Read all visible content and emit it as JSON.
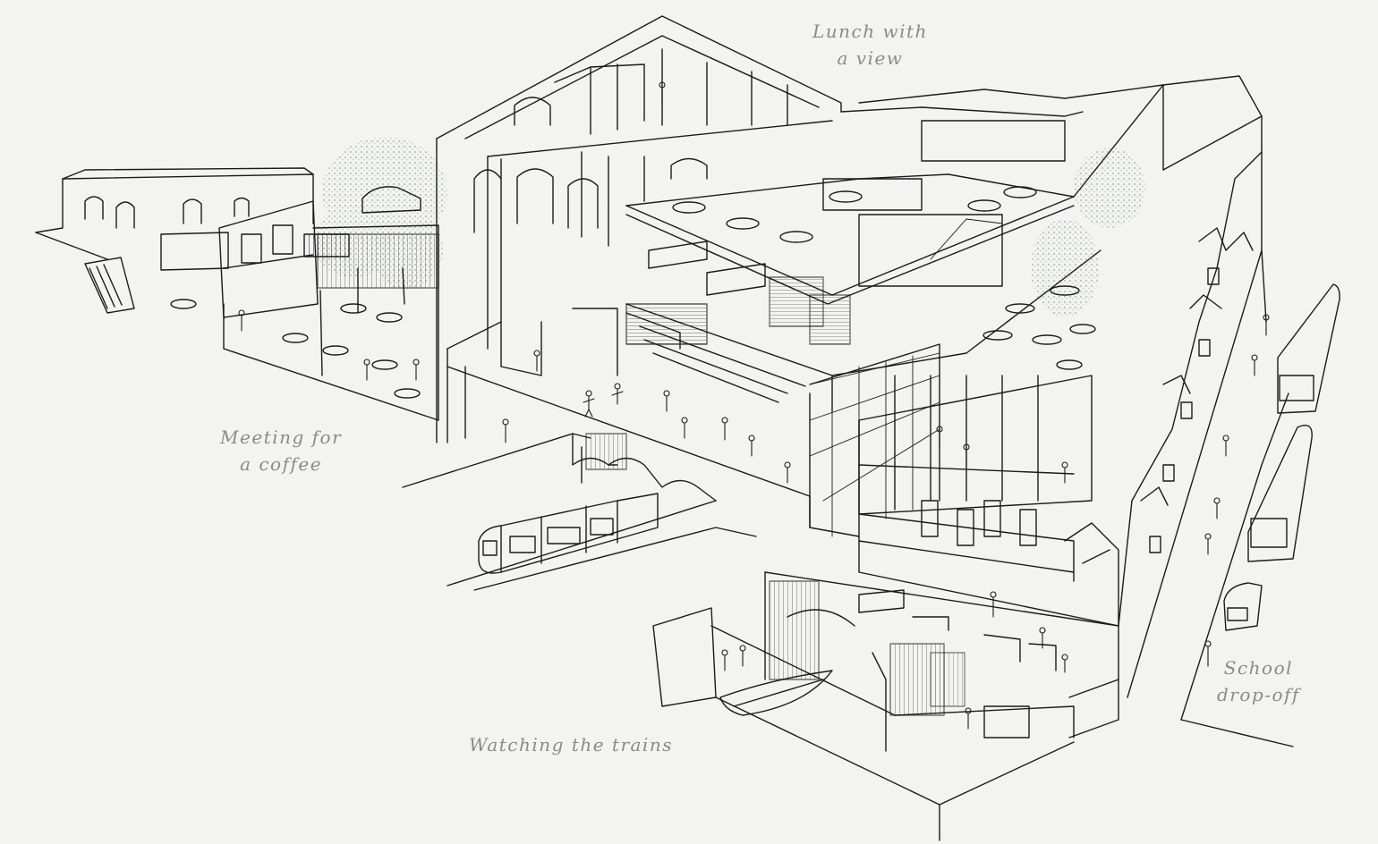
{
  "illustration": {
    "background": "#f3f3f1",
    "ink": "#1b1b1b",
    "caption_color": "#8a8a8a",
    "tree_tint": "#7fa983"
  },
  "captions": {
    "lunch": {
      "line1": "Lunch with",
      "line2": "a view"
    },
    "coffee": {
      "line1": "Meeting for",
      "line2": "a coffee"
    },
    "trains": {
      "line1": "Watching the trains"
    },
    "school": {
      "line1": "School",
      "line2": "drop-off"
    }
  }
}
